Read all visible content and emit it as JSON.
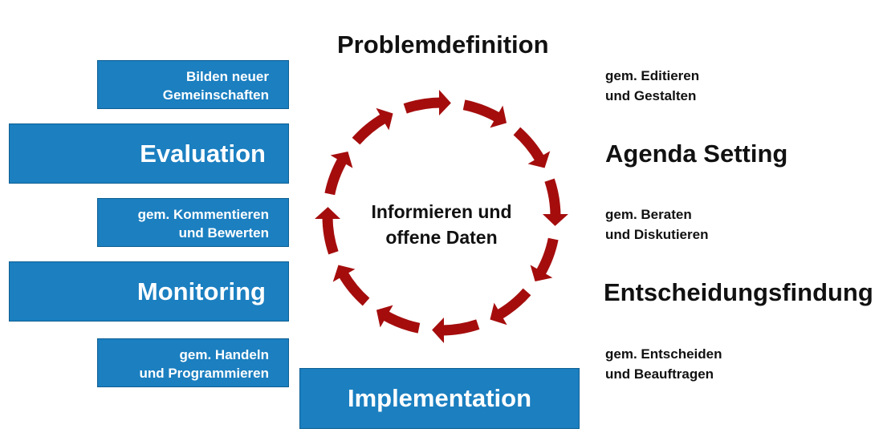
{
  "diagram": {
    "center_text": {
      "line1": "Informieren und",
      "line2": "offene Daten"
    },
    "left_boxes": [
      {
        "line1": "Bilden neuer",
        "line2": "Gemeinschaften"
      },
      {
        "label": "Evaluation"
      },
      {
        "line1": "gem. Kommentieren",
        "line2": "und Bewerten"
      },
      {
        "label": "Monitoring"
      },
      {
        "line1": "gem. Handeln",
        "line2": "und Programmieren"
      },
      {
        "label": "Implementation"
      }
    ],
    "stages": {
      "problem": "Problemdefinition",
      "agenda": "Agenda Setting",
      "decision": "Entscheidungsfindung"
    },
    "activities": [
      {
        "line1": "gem. Editieren",
        "line2": "und Gestalten"
      },
      {
        "line1": "gem. Beraten",
        "line2": "und Diskutieren"
      },
      {
        "line1": "gem. Entscheiden",
        "line2": "und Beauftragen"
      }
    ],
    "colors": {
      "box_fill": "#1b7fc0",
      "arrow": "#a50d0d",
      "text": "#111111"
    }
  }
}
